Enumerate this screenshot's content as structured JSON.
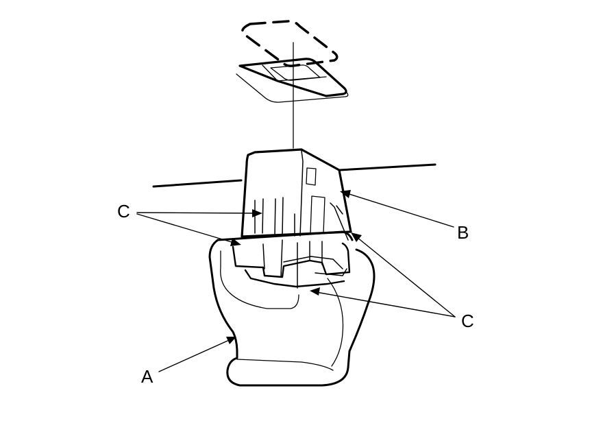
{
  "labels": {
    "a": "A",
    "b": "B",
    "c_left": "C",
    "c_right": "C"
  },
  "colors": {
    "line": "#000000",
    "background": "#ffffff"
  }
}
